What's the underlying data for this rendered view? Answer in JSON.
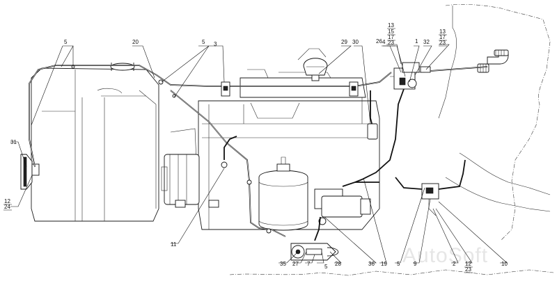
{
  "watermark": "AutoSoft",
  "callouts": {
    "c5_top": "5",
    "c20": "20",
    "c5_mid": "5",
    "c3": "3",
    "c29": "29",
    "c30": "30",
    "c4": "4",
    "c26": "26",
    "c1": "1",
    "c32": "32",
    "c13a": "13",
    "c15": "15",
    "c17a": "17",
    "c23a": "23",
    "c13b": "13",
    "c17b": "17",
    "c23b": "23",
    "c31": "31",
    "c12a": "12",
    "c24": "24",
    "c11": "11",
    "c35": "35",
    "c27": "27",
    "c7": "7",
    "c5_bot": "5",
    "c28": "28",
    "c36": "36",
    "c19": "19",
    "c5_right": "5",
    "c9": "9",
    "c2": "2",
    "c12b": "12",
    "c23c": "23",
    "c10": "10"
  }
}
